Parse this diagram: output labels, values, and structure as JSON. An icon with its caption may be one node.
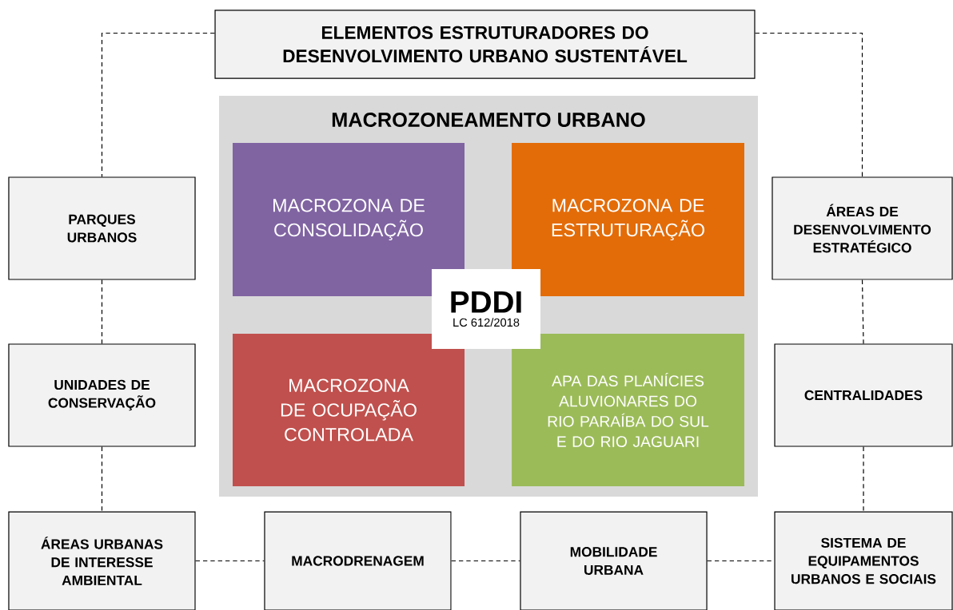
{
  "diagram": {
    "nodes": [
      {
        "text": [
          "ELEMENTOS ESTRUTURADORES DO DESENVOLVIMENTO URBANO SUSTENTÁVEL"
        ]
      },
      {
        "text": [
          "MACROZONEAMENTO URBANO"
        ]
      },
      {
        "text": [
          "MACROZONA DE CONSOLIDAÇÃO"
        ],
        "in": 1
      },
      {
        "text": [
          "MACROZONA DE ESTRUTURAÇÃO"
        ],
        "in": 1
      },
      {
        "text": [
          "MACROZONA DE OCUPAÇÃO CONTROLADA"
        ],
        "in": 1
      },
      {
        "text": [
          "APA DAS PLANÍCIES ALUVIONARES DO RIO PARAÍBA DO SUL E DO RIO JAGUARI"
        ],
        "in": 1
      },
      {
        "text": [
          "PDDI",
          "LC 612/2018"
        ],
        "in": 1
      },
      {
        "text": [
          "PARQUES URBANOS"
        ]
      },
      {
        "text": [
          "UNIDADES DE CONSERVAÇÃO"
        ]
      },
      {
        "text": [
          "ÁREAS URBANAS DE INTERESSE AMBIENTAL"
        ]
      },
      {
        "text": [
          "MACRODRENAGEM"
        ]
      },
      {
        "text": [
          "MOBILIDADE URBANA"
        ]
      },
      {
        "text": [
          "SISTEMA DE EQUIPAMENTOS URBANOS E SOCIAIS"
        ]
      },
      {
        "text": [
          "ÁREAS DE DESENVOLVIMENTO ESTRATÉGICO"
        ]
      },
      {
        "text": [
          "CENTRALIDADES"
        ]
      }
    ],
    "edges": [
      {
        "from": 0,
        "to": 7,
        "arrow": "none"
      },
      {
        "from": 0,
        "to": 13,
        "arrow": "none"
      },
      {
        "from": 7,
        "to": 8,
        "arrow": "none"
      },
      {
        "from": 8,
        "to": 9,
        "arrow": "none"
      },
      {
        "from": 9,
        "to": 10,
        "arrow": "none"
      },
      {
        "from": 10,
        "to": 11,
        "arrow": "none"
      },
      {
        "from": 11,
        "to": 12,
        "arrow": "none"
      },
      {
        "from": 13,
        "to": 14,
        "arrow": "none"
      },
      {
        "from": 14,
        "to": 12,
        "arrow": "none"
      }
    ]
  }
}
